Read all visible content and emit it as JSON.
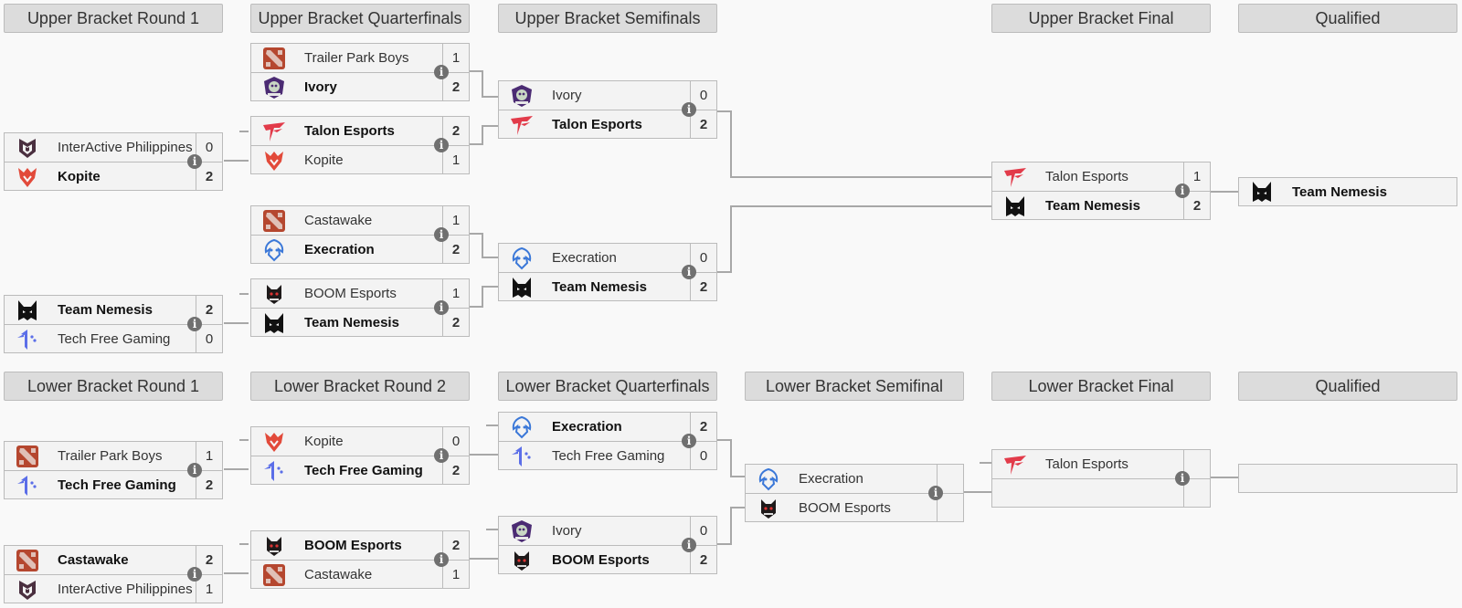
{
  "headers": {
    "upper": [
      "Upper Bracket Round 1",
      "Upper Bracket Quarterfinals",
      "Upper Bracket Semifinals",
      "Upper Bracket Final",
      "Qualified"
    ],
    "lower": [
      "Lower Bracket Round 1",
      "Lower Bracket Round 2",
      "Lower Bracket Quarterfinals",
      "Lower Bracket Semifinal",
      "Lower Bracket Final",
      "Qualified"
    ]
  },
  "upper": {
    "r1": [
      {
        "t1": {
          "name": "InterActive Philippines",
          "score": "0",
          "logo": "interactive-logo"
        },
        "t2": {
          "name": "Kopite",
          "score": "2",
          "logo": "kopite-logo"
        },
        "winner": 2
      },
      {
        "t1": {
          "name": "Team Nemesis",
          "score": "2",
          "logo": "nemesis-logo"
        },
        "t2": {
          "name": "Tech Free Gaming",
          "score": "0",
          "logo": "techfree-logo"
        },
        "winner": 1
      }
    ],
    "qf": [
      {
        "t1": {
          "name": "Trailer Park Boys",
          "score": "1",
          "logo": "dota-logo"
        },
        "t2": {
          "name": "Ivory",
          "score": "2",
          "logo": "ivory-logo"
        },
        "winner": 2
      },
      {
        "t1": {
          "name": "Talon Esports",
          "score": "2",
          "logo": "talon-logo"
        },
        "t2": {
          "name": "Kopite",
          "score": "1",
          "logo": "kopite-logo"
        },
        "winner": 1
      },
      {
        "t1": {
          "name": "Castawake",
          "score": "1",
          "logo": "dota-logo"
        },
        "t2": {
          "name": "Execration",
          "score": "2",
          "logo": "execration-logo"
        },
        "winner": 2
      },
      {
        "t1": {
          "name": "BOOM Esports",
          "score": "1",
          "logo": "boom-logo"
        },
        "t2": {
          "name": "Team Nemesis",
          "score": "2",
          "logo": "nemesis-logo"
        },
        "winner": 2
      }
    ],
    "sf": [
      {
        "t1": {
          "name": "Ivory",
          "score": "0",
          "logo": "ivory-logo"
        },
        "t2": {
          "name": "Talon Esports",
          "score": "2",
          "logo": "talon-logo"
        },
        "winner": 2
      },
      {
        "t1": {
          "name": "Execration",
          "score": "0",
          "logo": "execration-logo"
        },
        "t2": {
          "name": "Team Nemesis",
          "score": "2",
          "logo": "nemesis-logo"
        },
        "winner": 2
      }
    ],
    "final": [
      {
        "t1": {
          "name": "Talon Esports",
          "score": "1",
          "logo": "talon-logo"
        },
        "t2": {
          "name": "Team Nemesis",
          "score": "2",
          "logo": "nemesis-logo"
        },
        "winner": 2
      }
    ],
    "qualified": {
      "name": "Team Nemesis",
      "logo": "nemesis-logo"
    }
  },
  "lower": {
    "r1": [
      {
        "t1": {
          "name": "Trailer Park Boys",
          "score": "1",
          "logo": "dota-logo"
        },
        "t2": {
          "name": "Tech Free Gaming",
          "score": "2",
          "logo": "techfree-logo"
        },
        "winner": 2
      },
      {
        "t1": {
          "name": "Castawake",
          "score": "2",
          "logo": "dota-logo"
        },
        "t2": {
          "name": "InterActive Philippines",
          "score": "1",
          "logo": "interactive-logo"
        },
        "winner": 1
      }
    ],
    "r2": [
      {
        "t1": {
          "name": "Kopite",
          "score": "0",
          "logo": "kopite-logo"
        },
        "t2": {
          "name": "Tech Free Gaming",
          "score": "2",
          "logo": "techfree-logo"
        },
        "winner": 2
      },
      {
        "t1": {
          "name": "BOOM Esports",
          "score": "2",
          "logo": "boom-logo"
        },
        "t2": {
          "name": "Castawake",
          "score": "1",
          "logo": "dota-logo"
        },
        "winner": 1
      }
    ],
    "qf": [
      {
        "t1": {
          "name": "Execration",
          "score": "2",
          "logo": "execration-logo"
        },
        "t2": {
          "name": "Tech Free Gaming",
          "score": "0",
          "logo": "techfree-logo"
        },
        "winner": 1
      },
      {
        "t1": {
          "name": "Ivory",
          "score": "0",
          "logo": "ivory-logo"
        },
        "t2": {
          "name": "BOOM Esports",
          "score": "2",
          "logo": "boom-logo"
        },
        "winner": 2
      }
    ],
    "sf": [
      {
        "t1": {
          "name": "Execration",
          "score": "",
          "logo": "execration-logo"
        },
        "t2": {
          "name": "BOOM Esports",
          "score": "",
          "logo": "boom-logo"
        },
        "winner": 0
      }
    ],
    "final": [
      {
        "t1": {
          "name": "Talon Esports",
          "score": "",
          "logo": "talon-logo"
        },
        "t2": {
          "name": "",
          "score": "",
          "logo": ""
        },
        "winner": 0
      }
    ],
    "qualified": {
      "name": "",
      "logo": ""
    }
  },
  "colors": {
    "background": "#f9f9f9",
    "header_bg": "#dcdcdc",
    "match_bg": "#f3f3f3",
    "border": "#bbbbbb",
    "connector": "#a8a8a8",
    "info_icon": "#707070"
  }
}
